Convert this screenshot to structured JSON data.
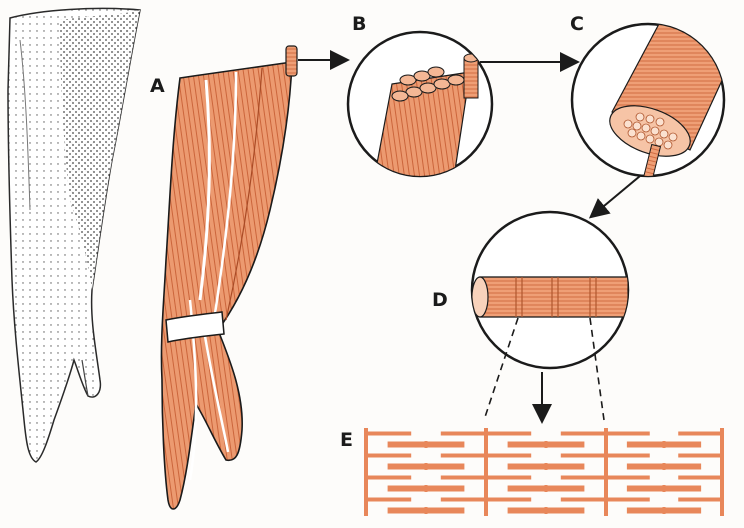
{
  "labels": {
    "a": "A",
    "b": "B",
    "c": "C",
    "d": "D",
    "e": "E"
  },
  "colors": {
    "muscle": "#e8875a",
    "muscle_dark": "#c8623a",
    "ink": "#1b1b1b",
    "skin_shade": "#3a3a3a"
  },
  "icons": {
    "arrow": "arrow-icon"
  }
}
